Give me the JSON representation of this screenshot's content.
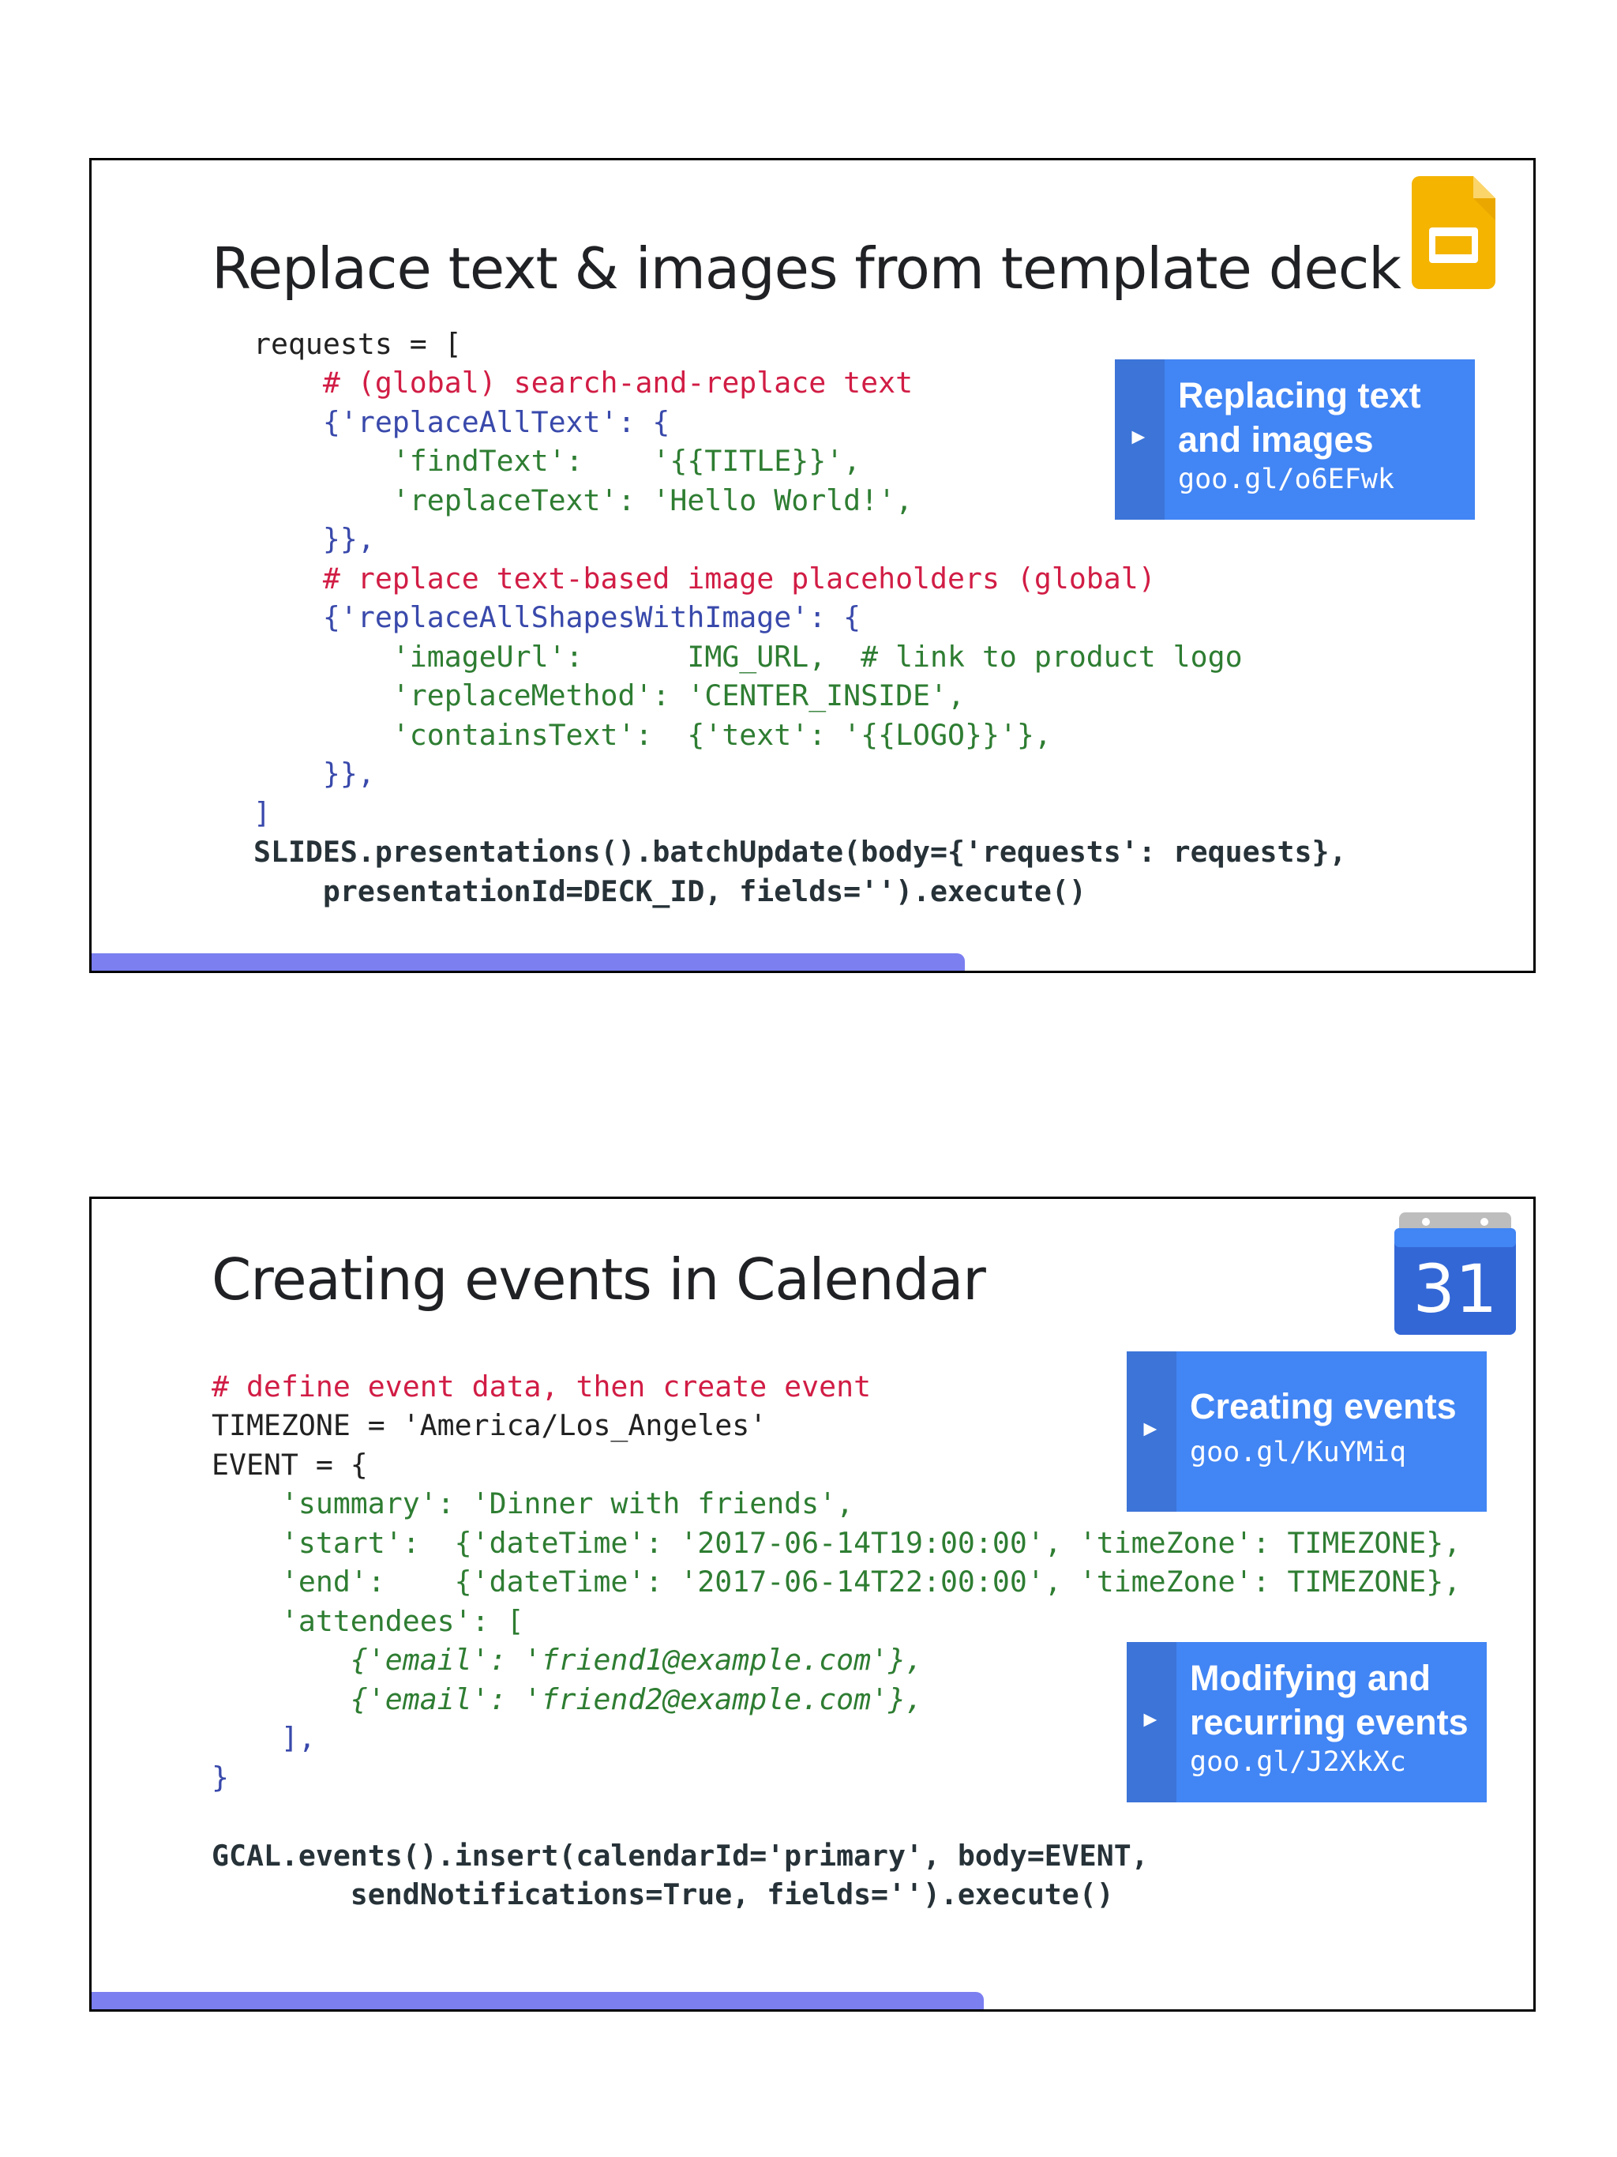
{
  "slides": [
    {
      "title": "Replace text & images from template deck",
      "icon": "google-slides-icon",
      "callouts": [
        {
          "title": "Replacing text\nand images",
          "link": "goo.gl/o6EFwk",
          "arrow": "►"
        }
      ],
      "code": [
        "requests = [",
        "    # (global) search-and-replace text",
        "    {'replaceAllText': {",
        "        'findText':    '{{TITLE}}',",
        "        'replaceText': 'Hello World!',",
        "    }},",
        "    # replace text-based image placeholders (global)",
        "    {'replaceAllShapesWithImage': {",
        "        'imageUrl':      IMG_URL,  # link to product logo",
        "        'replaceMethod': 'CENTER_INSIDE',",
        "        'containsText':  {'text': '{{LOGO}}'},",
        "    }},",
        "]",
        "SLIDES.presentations().batchUpdate(body={'requests': requests},",
        "    presentationId=DECK_ID, fields='').execute()"
      ]
    },
    {
      "title": "Creating events in Calendar",
      "icon": "google-calendar-icon",
      "icon_text": "31",
      "callouts": [
        {
          "title": "Creating events",
          "link": "goo.gl/KuYMiq",
          "arrow": "►"
        },
        {
          "title": "Modifying and\nrecurring events",
          "link": "goo.gl/J2XkXc",
          "arrow": "►"
        }
      ],
      "code": [
        "# define event data, then create event",
        "TIMEZONE = 'America/Los_Angeles'",
        "EVENT = {",
        "    'summary': 'Dinner with friends',",
        "    'start':  {'dateTime': '2017-06-14T19:00:00', 'timeZone': TIMEZONE},",
        "    'end':    {'dateTime': '2017-06-14T22:00:00', 'timeZone': TIMEZONE},",
        "    'attendees': [",
        "        {'email': 'friend1@example.com'},",
        "        {'email': 'friend2@example.com'},",
        "    ],",
        "}",
        "",
        "GCAL.events().insert(calendarId='primary', body=EVENT,",
        "        sendNotifications=True, fields='').execute()"
      ]
    }
  ],
  "colors": {
    "accent_bar": "#7b7ff0",
    "callout_bg": "#4285f4",
    "callout_strip": "#3c74d8",
    "comment": "#d11d45",
    "string": "#2e7d32",
    "punctuation": "#3949ab",
    "slides_yellow": "#f4b400",
    "calendar_blue": "#3367d6"
  }
}
